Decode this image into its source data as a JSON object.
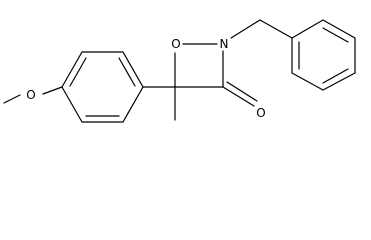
{
  "molecule": {
    "atoms": {
      "o_ring": "O",
      "n_ring": "N",
      "o_carbonyl": "O",
      "o_methoxy": "O"
    }
  },
  "colors": {
    "bond": "#000000",
    "label": "#000000",
    "background": "#ffffff"
  }
}
